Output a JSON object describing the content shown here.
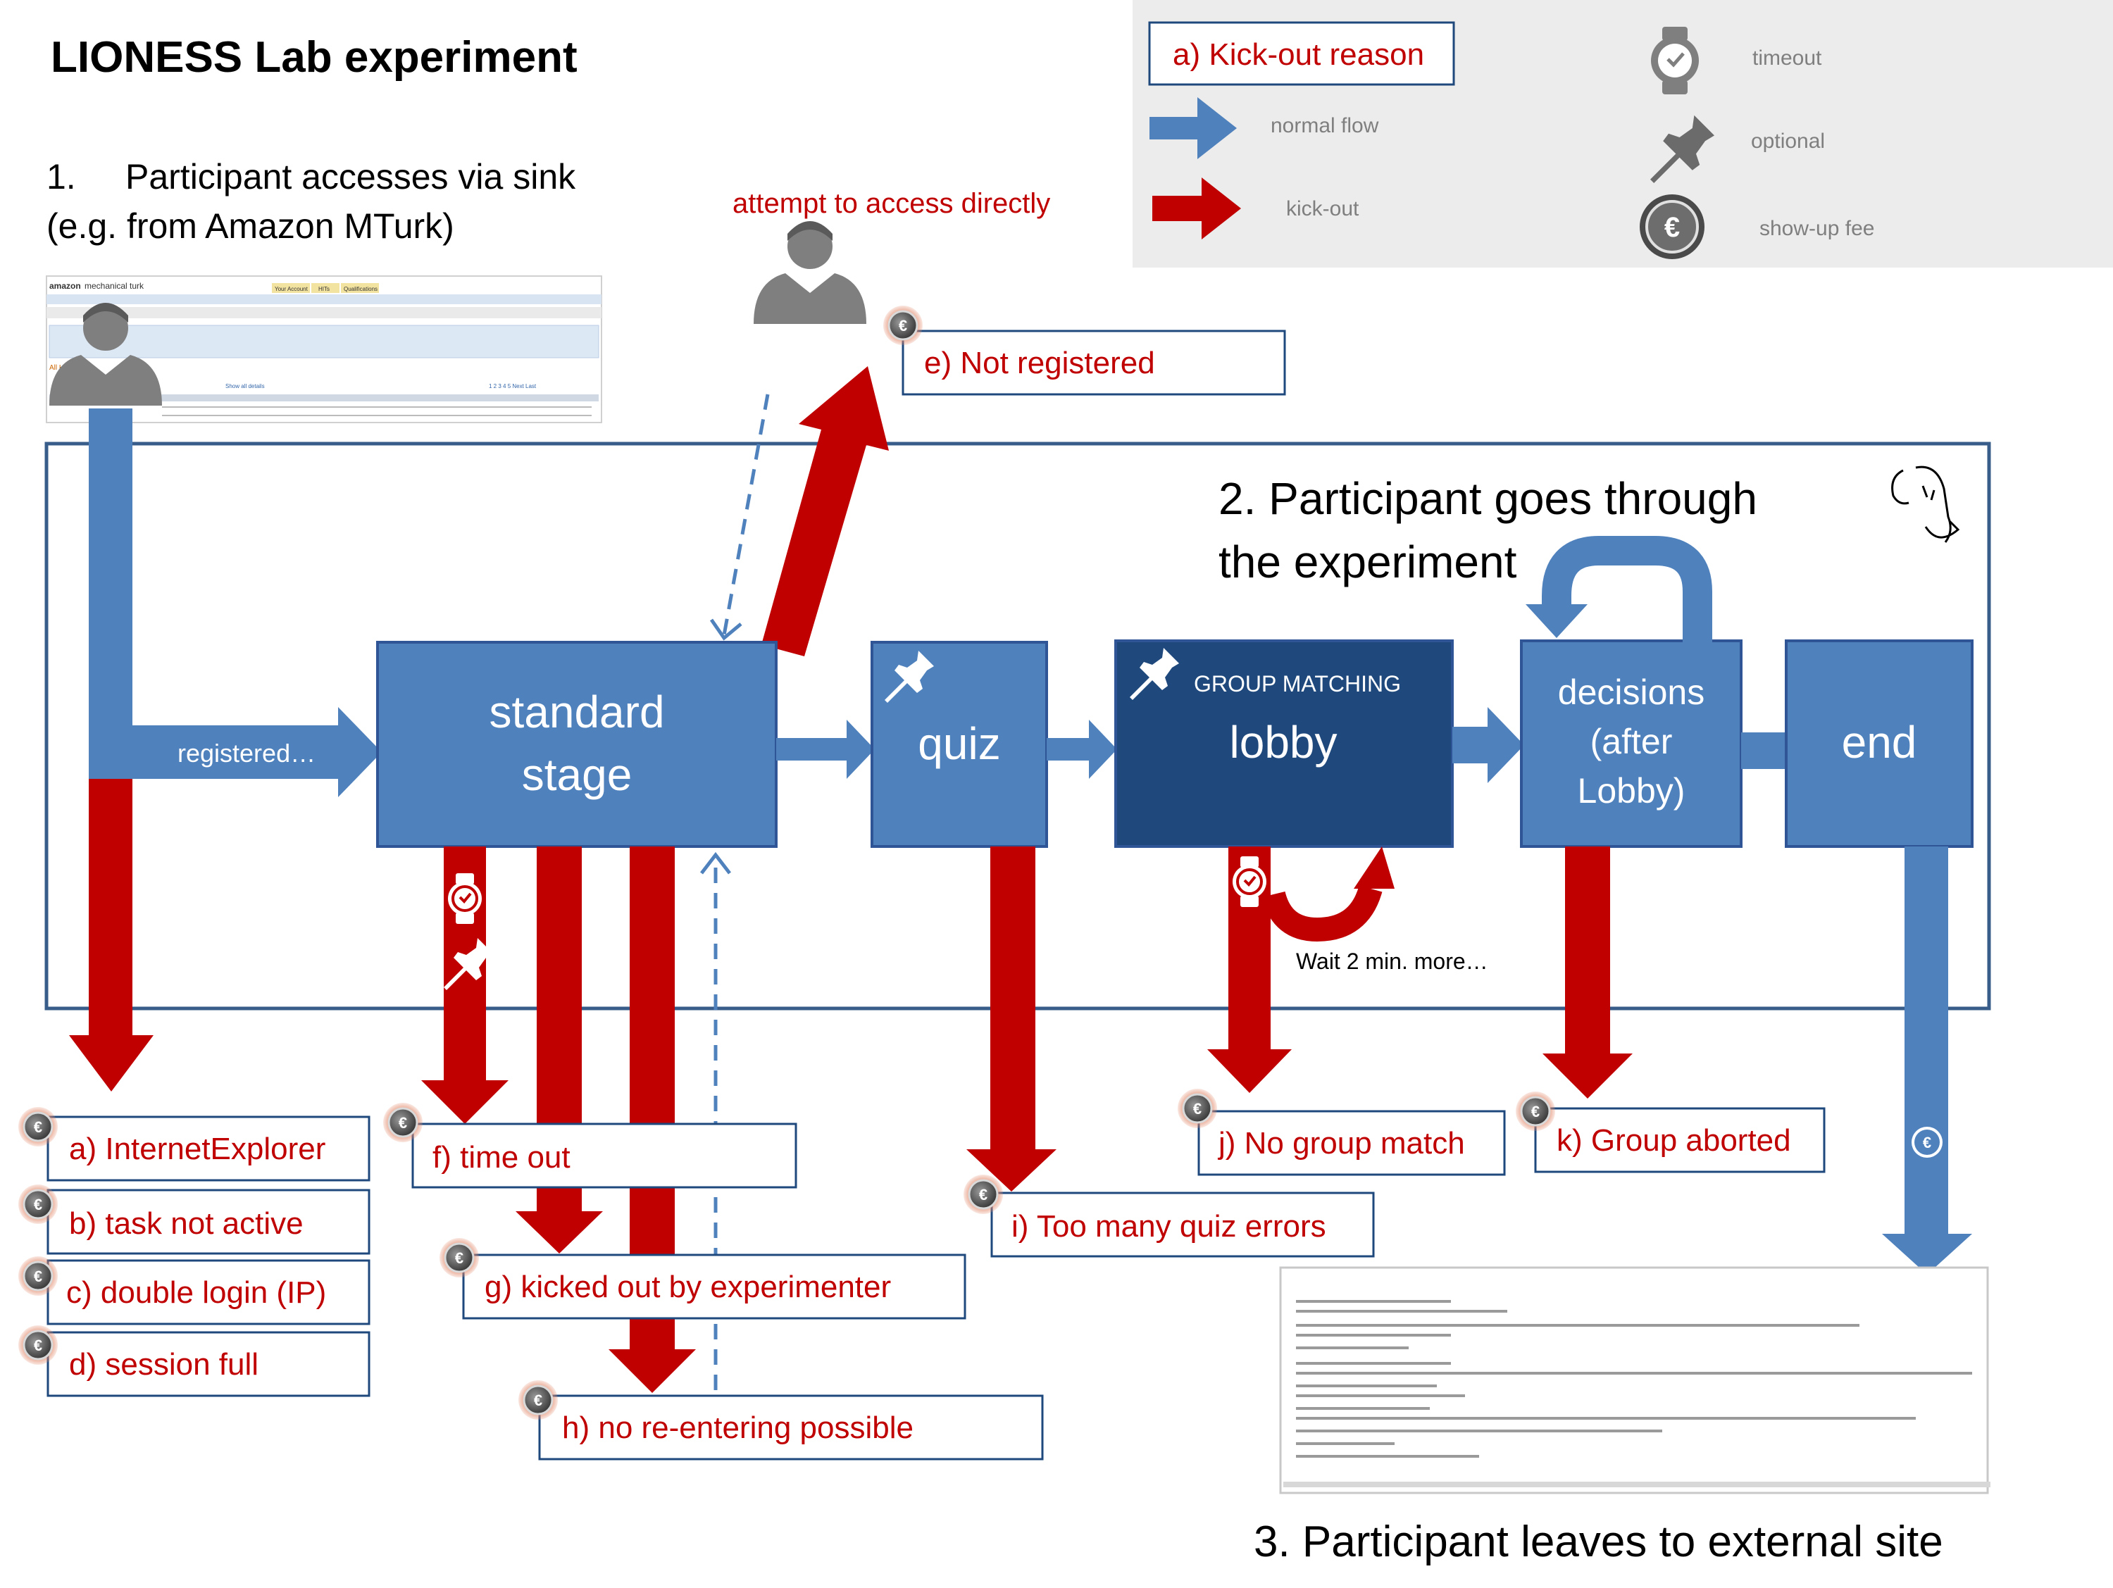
{
  "title": "LIONESS Lab experiment",
  "step1": {
    "line1": "1.",
    "line1b": "Participant accesses via sink",
    "line2": "(e.g. from Amazon MTurk)"
  },
  "step2": {
    "line1": "2. Participant goes through",
    "line2": "the experiment"
  },
  "step3": {
    "label": "3. Participant leaves to external site"
  },
  "legend": {
    "kickout_reason": "a) Kick-out reason",
    "normal_flow": "normal flow",
    "kick_out": "kick-out",
    "timeout": "timeout",
    "optional": "optional",
    "showup_fee": "show-up fee"
  },
  "direct_access": "attempt to access directly",
  "registered": "registered…",
  "stages": {
    "standard_line1": "standard",
    "standard_line2": "stage",
    "quiz": "quiz",
    "lobby_sub": "GROUP MATCHING",
    "lobby": "lobby",
    "decisions_line1": "decisions",
    "decisions_line2": "(after",
    "decisions_line3": "Lobby)",
    "end": "end"
  },
  "wait_more": "Wait 2 min. more…",
  "reasons": {
    "a": "a) InternetExplorer",
    "b": "b) task not active",
    "c": "c) double login (IP)",
    "d": "d) session full",
    "e": "e) Not registered",
    "f": "f) time out",
    "g": "g) kicked out by experimenter",
    "h": "h) no re-entering possible",
    "i": "i) Too many quiz errors",
    "j": "j) No group match",
    "k": "k) Group aborted"
  },
  "mturk": {
    "brand": "amazon",
    "brand2": "mechanical turk",
    "tab1": "Your Account",
    "tab2": "HITs",
    "tab3": "Qualifications",
    "label_hits": "All HITs",
    "show": "Show all details",
    "pages": "1 2 3 4 5  Next  Last"
  },
  "colors": {
    "blue": "#4f81bd",
    "blue_dark": "#1f497d",
    "red": "#c00000",
    "grey_panel": "#ececec",
    "text_red": "#c00000"
  }
}
